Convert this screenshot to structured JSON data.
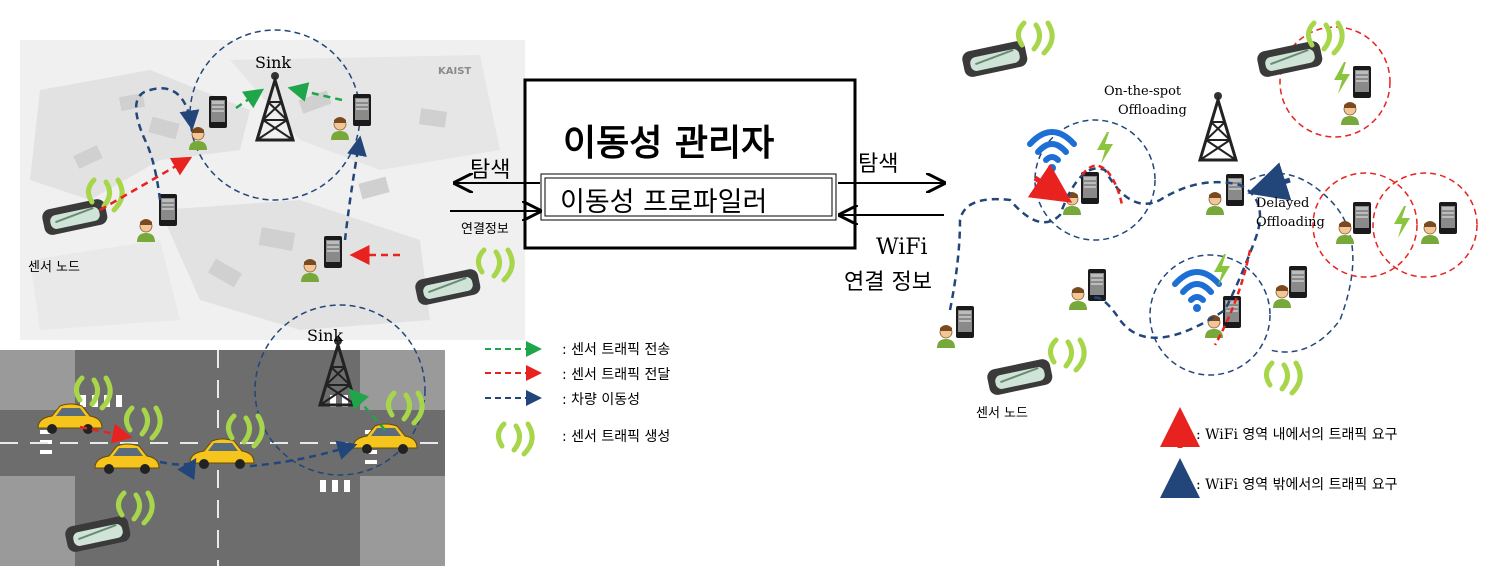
{
  "center": {
    "manager_title": "이동성 관리자",
    "profiler_label": "이동성 프로파일러",
    "left_search": "탐색",
    "left_conn_info": "연결정보",
    "right_search": "탐색",
    "right_wifi": "WiFi",
    "right_conn_info": "연결 정보"
  },
  "left_panel": {
    "sink_top": "Sink",
    "sink_bottom": "Sink",
    "sensor_node": "센서 노드",
    "campus_logo": "KAIST"
  },
  "left_legend": [
    {
      "text": ": 센서 트래픽 전송",
      "color": "#1fa64a",
      "kind": "arrow"
    },
    {
      "text": ": 센서 트래픽 전달",
      "color": "#e8231f",
      "kind": "arrow"
    },
    {
      "text": ": 차량 이동성",
      "color": "#22467a",
      "kind": "arrow"
    },
    {
      "text": ": 센서 트래픽 생성",
      "color": "#a7d64a",
      "kind": "wave"
    }
  ],
  "right_panel": {
    "on_the_spot_line1": "On-the-spot",
    "on_the_spot_line2": "Offloading",
    "delayed_line1": "Delayed",
    "delayed_line2": "Offloading",
    "sensor_node": "센서 노드"
  },
  "right_legend": [
    {
      "text": ": WiFi 영역 내에서의 트래픽 요구",
      "color": "#e8231f"
    },
    {
      "text": ": WiFi 영역 밖에서의 트래픽 요구",
      "color": "#22467a"
    }
  ]
}
